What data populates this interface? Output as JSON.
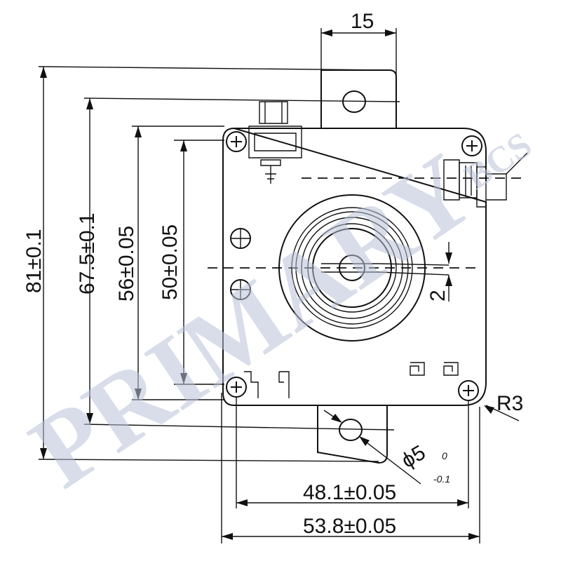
{
  "dimensions": {
    "top_width": "15",
    "overall_height": "81±0.1",
    "hole_spacing_height": "67.5±0.1",
    "body_height": "56±0.05",
    "screw_spacing_height": "50±0.05",
    "offset": "2",
    "corner_radius": "R3",
    "hole_diameter_main": "ϕ5",
    "hole_tol_upper": "0",
    "hole_tol_lower": "-0.1",
    "screw_spacing_width": "48.1±0.05",
    "body_width": "53.8±0.05"
  },
  "watermark": {
    "main": "PRIMARY",
    "small": "BCS"
  }
}
